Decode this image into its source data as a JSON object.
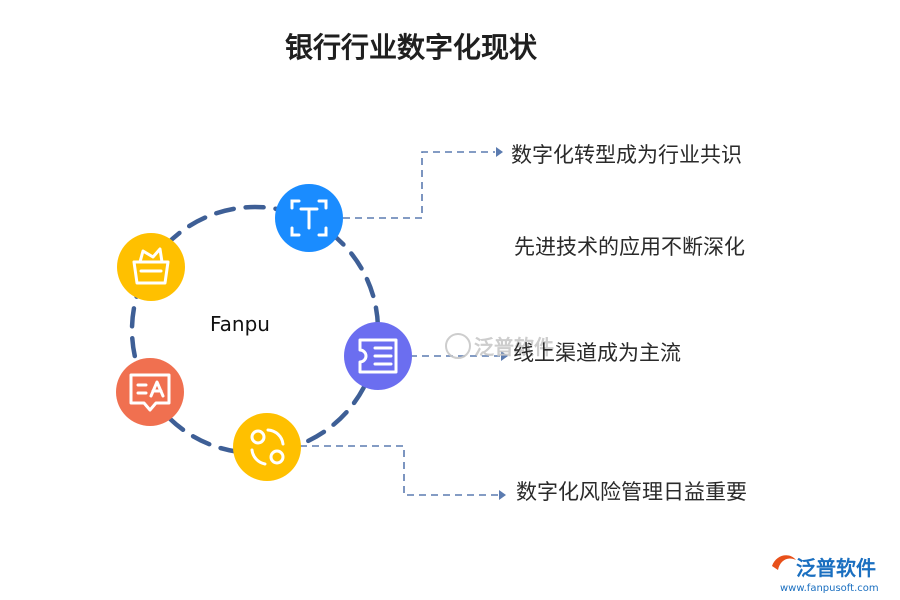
{
  "title": "银行行业数字化现状",
  "center_label": "Fanpu",
  "items": [
    {
      "text": "数字化转型成为行业共识"
    },
    {
      "text": "先进技术的应用不断深化"
    },
    {
      "text": "线上渠道成为主流"
    },
    {
      "text": "数字化风险管理日益重要"
    }
  ],
  "icons": [
    {
      "name": "text-recognition-icon",
      "color": "#1a8cff"
    },
    {
      "name": "ticket-list-icon",
      "color": "#6b6ef0"
    },
    {
      "name": "exchange-icon",
      "color": "#ffc000"
    },
    {
      "name": "translate-chat-icon",
      "color": "#f07050"
    },
    {
      "name": "shopping-basket-icon",
      "color": "#ffc000"
    }
  ],
  "watermark": {
    "text": "泛普软件",
    "color": "#c8c8c8"
  },
  "brand": {
    "name": "泛普软件",
    "url": "www.fanpusoft.com",
    "color": "#1a6fc0",
    "accent": "#e8501a"
  },
  "colors": {
    "ring": "#3e5f96",
    "connector": "#5b7bb0"
  }
}
